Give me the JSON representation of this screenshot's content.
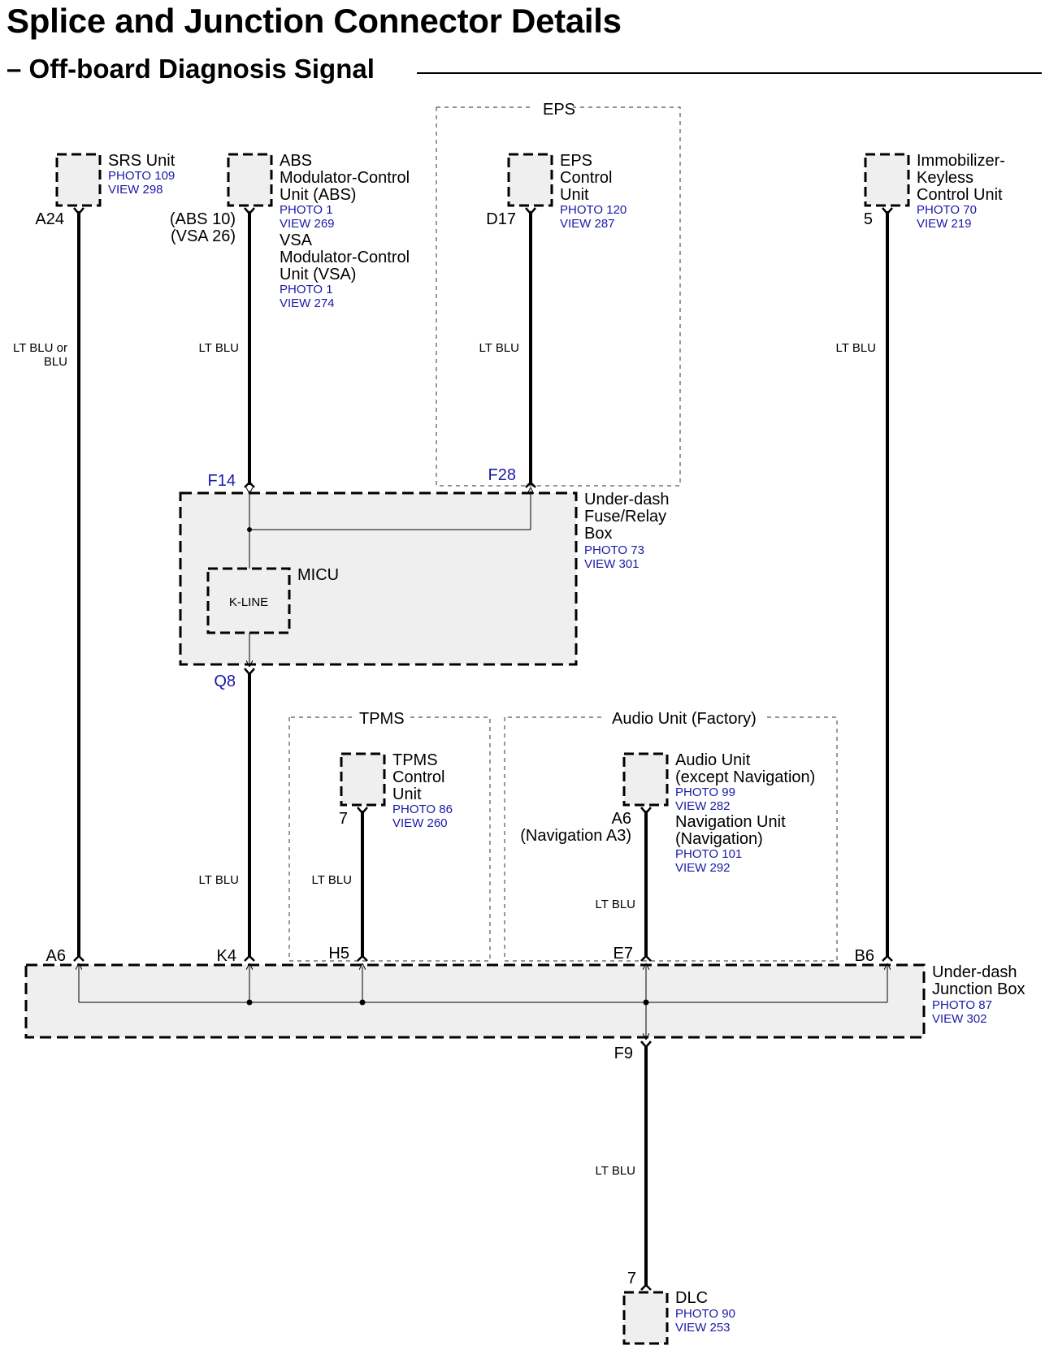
{
  "title": "Splice and Junction Connector Details",
  "subtitle": "– Off-board Diagnosis Signal",
  "groups": {
    "eps": "EPS",
    "tpms": "TPMS",
    "audio": "Audio Unit (Factory)"
  },
  "components": {
    "srs": {
      "lines": [
        "SRS Unit"
      ],
      "photo": "PHOTO 109",
      "view": "VIEW 298"
    },
    "abs": {
      "lines": [
        "ABS",
        "Modulator-Control",
        "Unit (ABS)"
      ],
      "photo": "PHOTO 1",
      "view": "VIEW 269"
    },
    "vsa": {
      "lines": [
        "VSA",
        "Modulator-Control",
        "Unit (VSA)"
      ],
      "photo": "PHOTO 1",
      "view": "VIEW 274"
    },
    "eps": {
      "lines": [
        "EPS",
        "Control",
        "Unit"
      ],
      "photo": "PHOTO 120",
      "view": "VIEW 287"
    },
    "immobilizer": {
      "lines": [
        "Immobilizer-",
        "Keyless",
        "Control Unit"
      ],
      "photo": "PHOTO 70",
      "view": "VIEW 219"
    },
    "fuse_box": {
      "lines": [
        "Under-dash",
        "Fuse/Relay",
        "Box"
      ],
      "photo": "PHOTO 73",
      "view": "VIEW 301"
    },
    "micu": {
      "label": "MICU",
      "kline": "K-LINE"
    },
    "tpms": {
      "lines": [
        "TPMS",
        "Control",
        "Unit"
      ],
      "photo": "PHOTO 86",
      "view": "VIEW 260"
    },
    "audio": {
      "lines": [
        "Audio Unit",
        "(except Navigation)"
      ],
      "photo": "PHOTO 99",
      "view": "VIEW 282"
    },
    "navigation": {
      "lines": [
        "Navigation Unit",
        "(Navigation)"
      ],
      "photo": "PHOTO 101",
      "view": "VIEW 292"
    },
    "junction_box": {
      "lines": [
        "Under-dash",
        "Junction Box"
      ],
      "photo": "PHOTO 87",
      "view": "VIEW 302"
    },
    "dlc": {
      "lines": [
        "DLC"
      ],
      "photo": "PHOTO 90",
      "view": "VIEW 253"
    }
  },
  "pins": {
    "srs": "A24",
    "abs": [
      "(ABS 10)",
      "(VSA 26)"
    ],
    "eps": "D17",
    "immobilizer": "5",
    "fuse_f14": "F14",
    "fuse_f28": "F28",
    "fuse_q8": "Q8",
    "tpms": "7",
    "audio": [
      "A6",
      "(Navigation A3)"
    ],
    "jb_a6": "A6",
    "jb_k4": "K4",
    "jb_h5": "H5",
    "jb_e7": "E7",
    "jb_b6": "B6",
    "jb_f9": "F9",
    "dlc": "7"
  },
  "wires": {
    "srs": [
      "LT BLU or",
      "BLU"
    ],
    "abs": "LT BLU",
    "eps": "LT BLU",
    "immobilizer": "LT BLU",
    "micu_jb": "LT BLU",
    "tpms": "LT BLU",
    "audio": "LT BLU",
    "dlc": "LT BLU"
  }
}
